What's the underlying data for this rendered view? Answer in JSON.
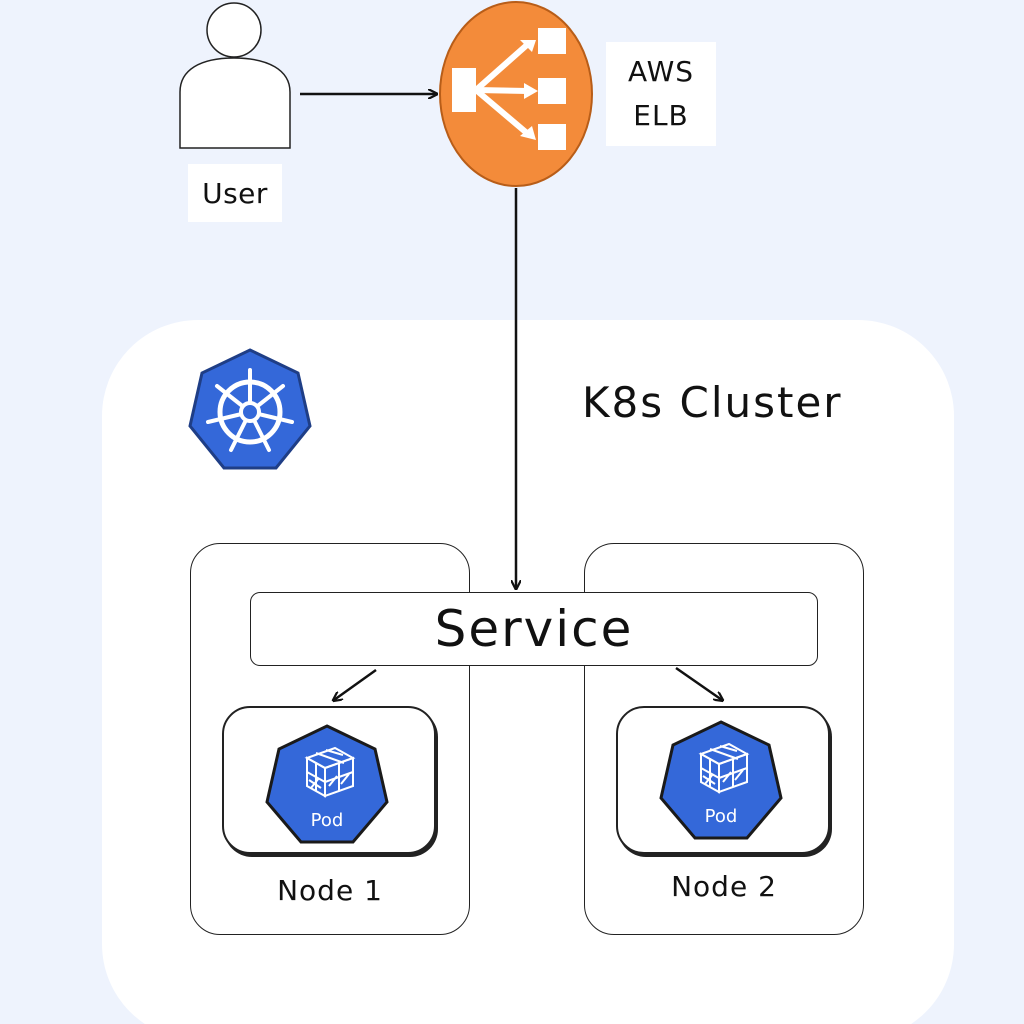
{
  "user": {
    "label": "User"
  },
  "load_balancer": {
    "label_line1": "AWS",
    "label_line2": "ELB"
  },
  "cluster": {
    "title": "K8s Cluster"
  },
  "service": {
    "label": "Service"
  },
  "nodes": [
    {
      "label": "Node 1",
      "pod_label": "Pod"
    },
    {
      "label": "Node 2",
      "pod_label": "Pod"
    }
  ],
  "colors": {
    "background": "#eef3fd",
    "elb_orange": "#f38b3a",
    "k8s_blue": "#3468d9",
    "stroke": "#222222"
  },
  "icons": {
    "user": "user-silhouette-icon",
    "elb": "elastic-load-balancer-icon",
    "k8s": "kubernetes-helm-wheel-icon",
    "pod": "pod-cube-icon"
  }
}
